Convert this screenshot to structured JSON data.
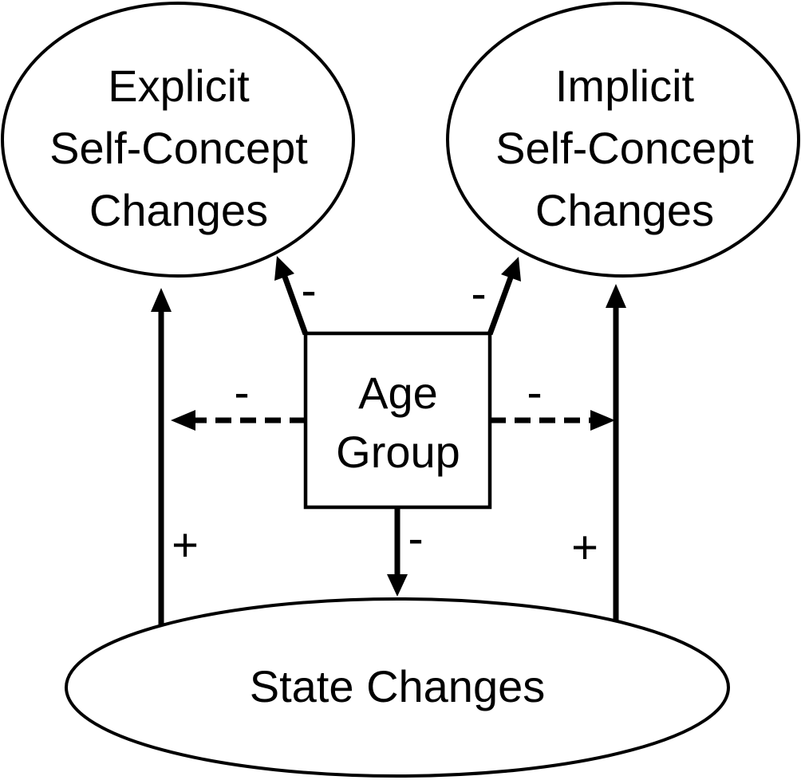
{
  "diagram": {
    "colors": {
      "ink": "#000000",
      "background": "#ffffff"
    },
    "nodes": {
      "explicit": {
        "line1": "Explicit",
        "line2": "Self-Concept",
        "line3": "Changes"
      },
      "implicit": {
        "line1": "Implicit",
        "line2": "Self-Concept",
        "line3": "Changes"
      },
      "age_group": {
        "line1": "Age",
        "line2": "Group"
      },
      "state_changes": {
        "label": "State Changes"
      }
    },
    "edges": {
      "age_to_explicit": {
        "sign": "-"
      },
      "age_to_implicit": {
        "sign": "-"
      },
      "age_moderates_explicit": {
        "sign": "-"
      },
      "age_moderates_implicit": {
        "sign": "-"
      },
      "age_to_state": {
        "sign": "-"
      },
      "state_to_explicit": {
        "sign": "+"
      },
      "state_to_implicit": {
        "sign": "+"
      }
    }
  }
}
